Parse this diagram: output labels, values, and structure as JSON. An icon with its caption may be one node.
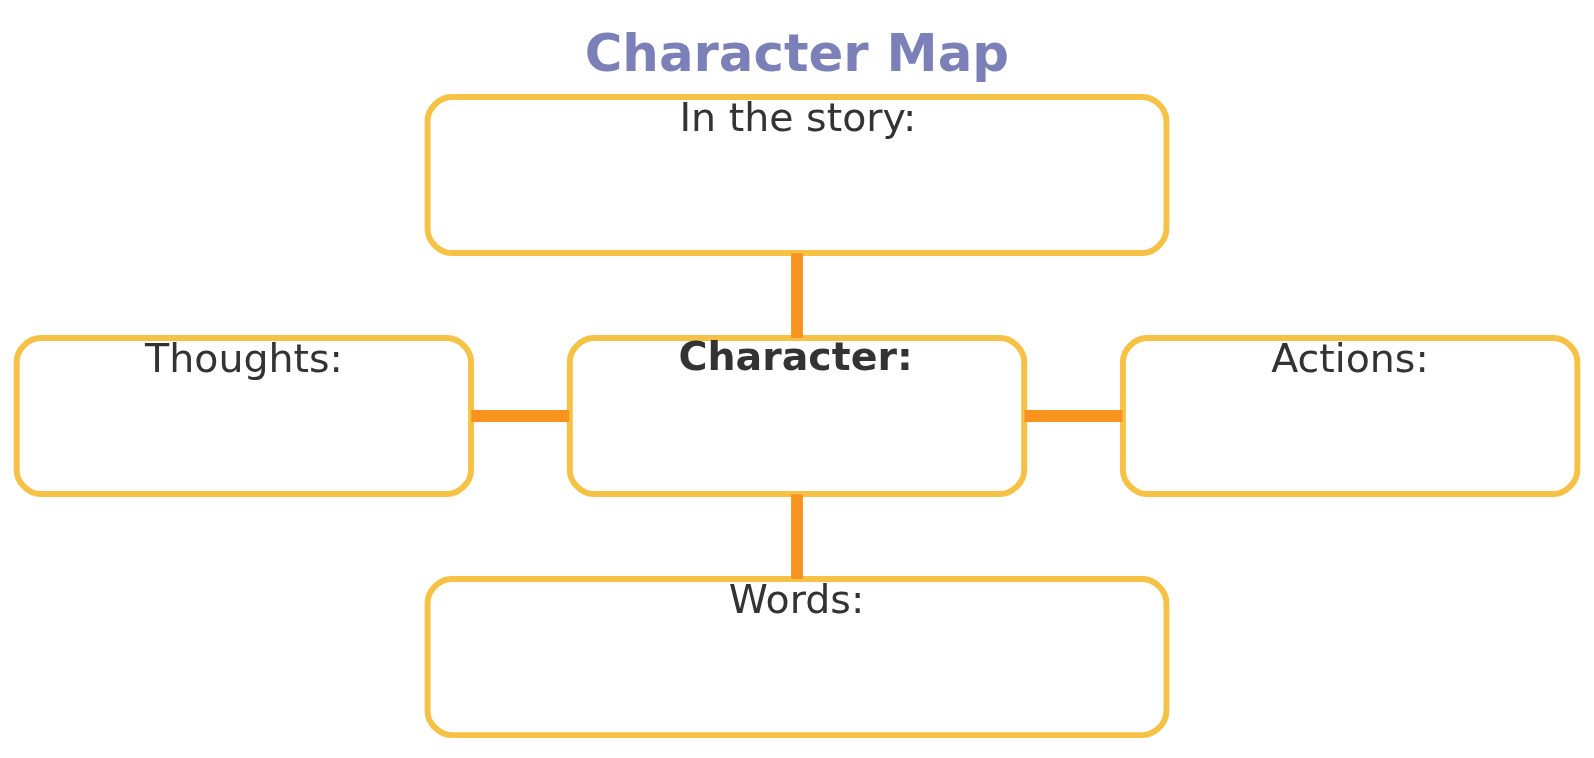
{
  "diagram": {
    "title": "Character Map",
    "nodes": [
      {
        "text": [
          "In the story:"
        ]
      },
      {
        "text": [
          "Thoughts:"
        ]
      },
      {
        "text": [
          "Character:"
        ]
      },
      {
        "text": [
          "Actions:"
        ]
      },
      {
        "text": [
          "Words:"
        ]
      }
    ],
    "edges": [
      {
        "from": 0,
        "to": 2,
        "arrow": "none"
      },
      {
        "from": 1,
        "to": 2,
        "arrow": "none"
      },
      {
        "from": 2,
        "to": 3,
        "arrow": "none"
      },
      {
        "from": 2,
        "to": 4,
        "arrow": "none"
      }
    ]
  }
}
